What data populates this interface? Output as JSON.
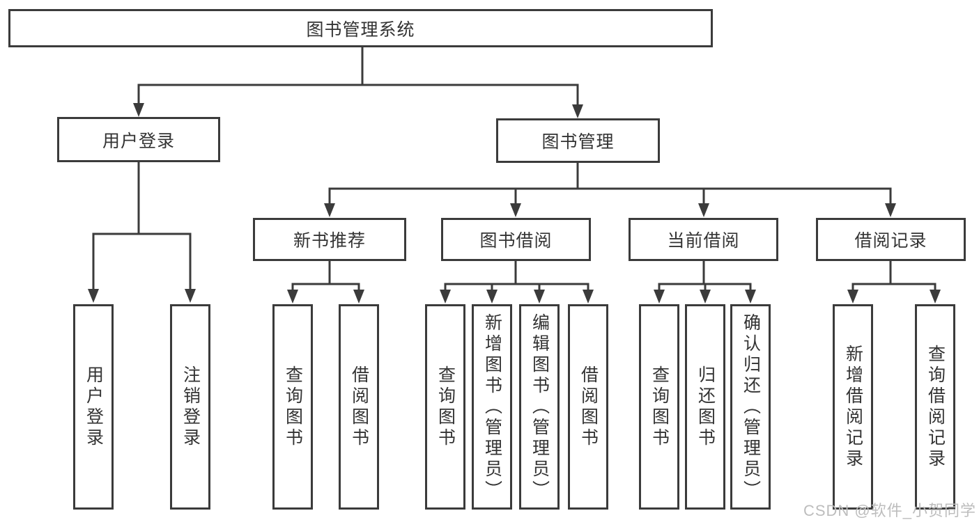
{
  "colors": {
    "background": "#ffffff",
    "line": "#3b3b3b",
    "box_border": "#3b3b3b",
    "box_background": "#ffffff",
    "text": "#333333",
    "watermark_text": "#bdbdbd"
  },
  "diagram": {
    "type": "hierarchy-tree",
    "root": {
      "label": "图书管理系统"
    },
    "level2": [
      {
        "label": "用户登录",
        "parent": "图书管理系统"
      },
      {
        "label": "图书管理",
        "parent": "图书管理系统"
      }
    ],
    "level3": [
      {
        "label": "新书推荐",
        "parent": "图书管理"
      },
      {
        "label": "图书借阅",
        "parent": "图书管理"
      },
      {
        "label": "当前借阅",
        "parent": "图书管理"
      },
      {
        "label": "借阅记录",
        "parent": "图书管理"
      }
    ],
    "leafGroups": [
      {
        "parent": "用户登录",
        "items": [
          "用户登录",
          "注销登录"
        ]
      },
      {
        "parent": "新书推荐",
        "items": [
          "查询图书",
          "借阅图书"
        ]
      },
      {
        "parent": "图书借阅",
        "items": [
          "查询图书",
          "新增图书（管理员）",
          "编辑图书（管理员）",
          "借阅图书"
        ]
      },
      {
        "parent": "当前借阅",
        "items": [
          "查询图书",
          "归还图书",
          "确认归还（管理员）"
        ]
      },
      {
        "parent": "借阅记录",
        "items": [
          "新增借阅记录",
          "查询借阅记录"
        ]
      }
    ]
  },
  "watermark": {
    "text": "CSDN @软件_小贺同学"
  }
}
